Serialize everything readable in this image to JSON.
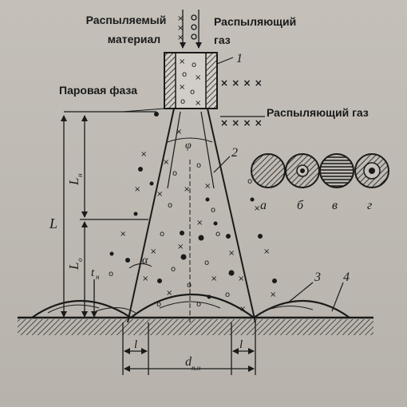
{
  "labels": {
    "sprayed_material": [
      "Распыляемый",
      "материал"
    ],
    "spray_gas_top": [
      "Распыляющий",
      "газ"
    ],
    "vapor_phase": "Паровая фаза",
    "spray_gas_side": "Распыляющий газ"
  },
  "markers": {
    "nozzle": "1",
    "flame_edge": "2",
    "coating": "3",
    "layer": "4"
  },
  "dimensions": {
    "L": "L",
    "Lh": "L",
    "Lh_sub": "н",
    "Lo": "L",
    "Lo_sub": "о",
    "th": "t",
    "th_sub": "н",
    "l_left": "l",
    "l_right": "l",
    "d": "d",
    "d_sub": "п.н",
    "phi": "φ",
    "alpha": "α"
  },
  "cross_sections": [
    {
      "label": "а",
      "type": "hatched-full"
    },
    {
      "label": "б",
      "type": "hatched-ring-dot"
    },
    {
      "label": "в",
      "type": "horizontal-lines"
    },
    {
      "label": "г",
      "type": "hatched-ring-dot-large"
    }
  ]
}
